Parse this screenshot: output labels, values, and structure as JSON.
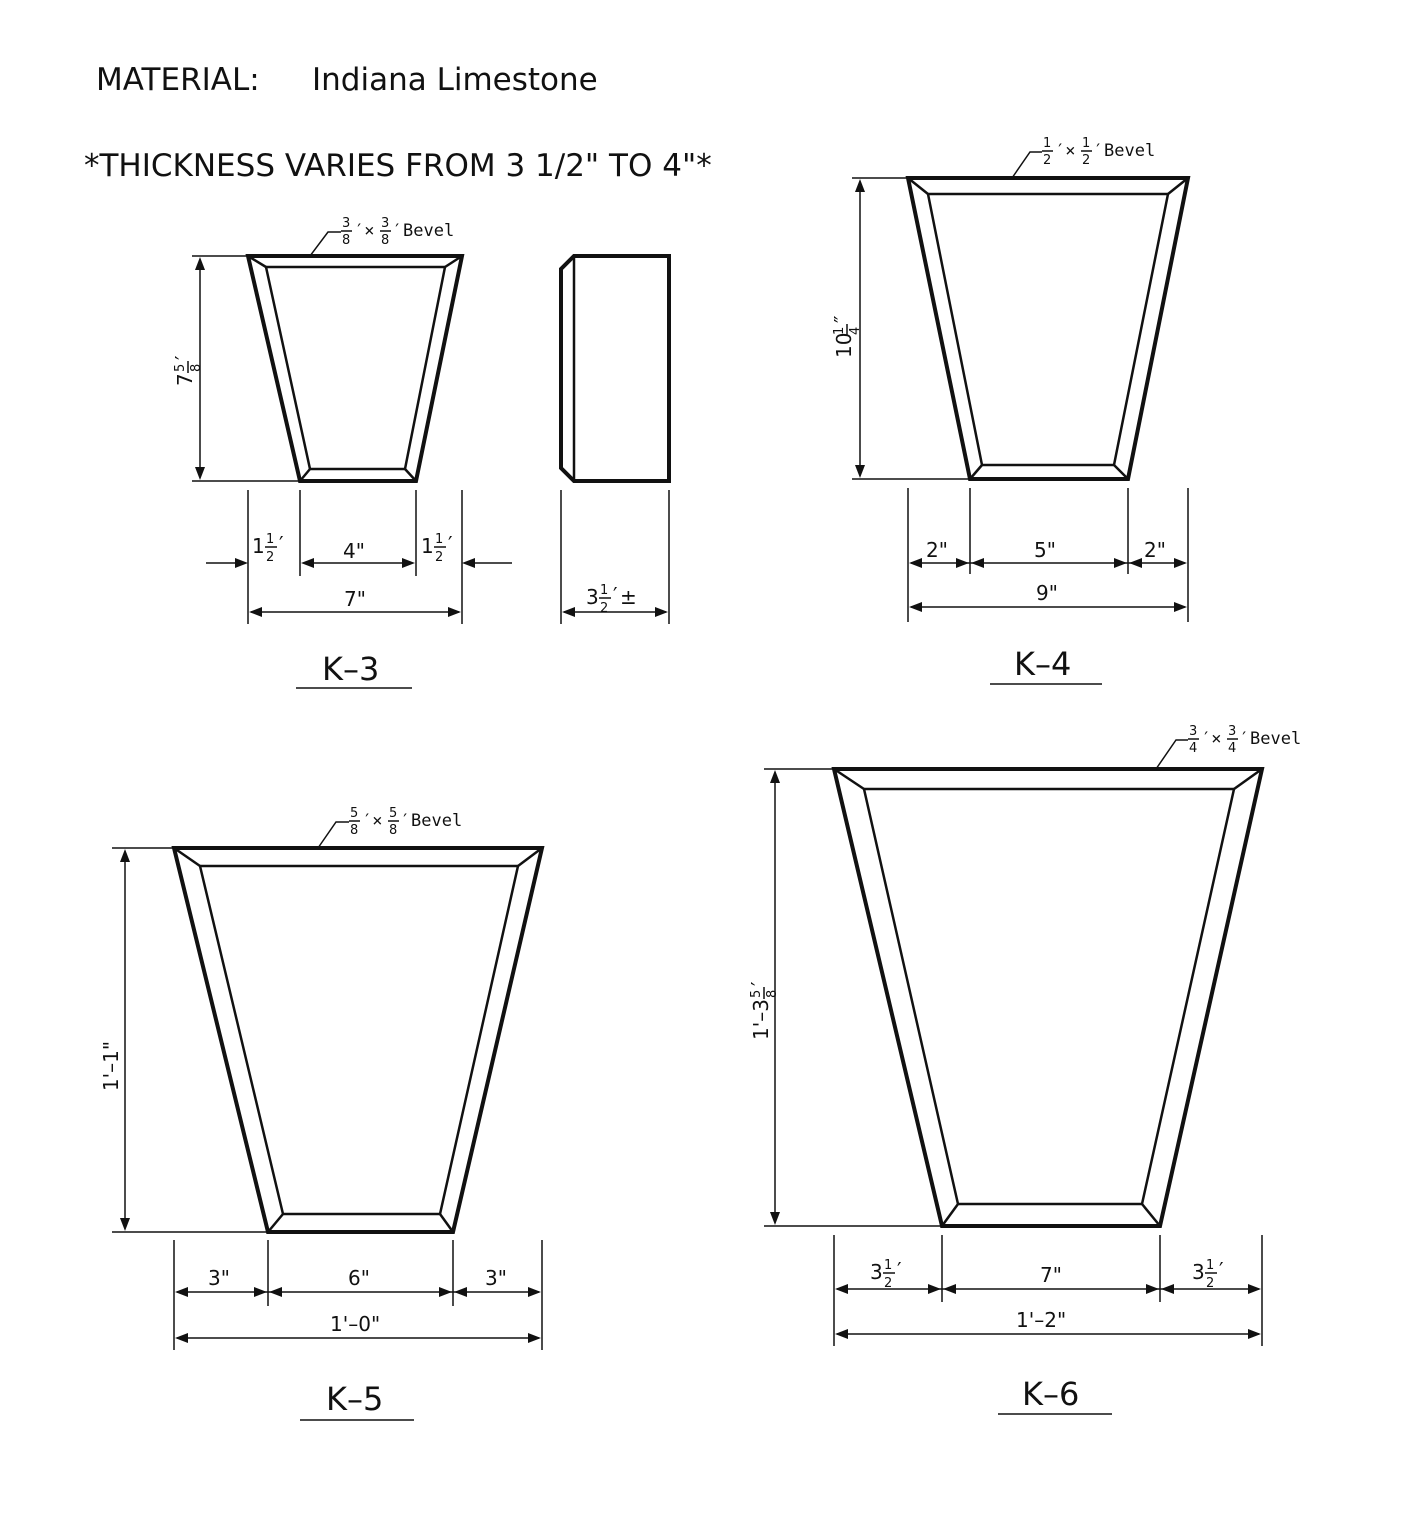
{
  "header": {
    "material_label": "MATERIAL:",
    "material_value": "Indiana Limestone",
    "thickness_note": "*THICKNESS VARIES FROM 3 1/2\" TO 4\"*"
  },
  "k3": {
    "title": "K–3",
    "bevel": {
      "n": "3",
      "d": "8",
      "word": "Bevel"
    },
    "height": {
      "whole": "7",
      "n": "5",
      "d": "8"
    },
    "left_offset": {
      "whole": "1",
      "n": "1",
      "d": "2"
    },
    "bottom_width": "4\"",
    "right_offset": {
      "whole": "1",
      "n": "1",
      "d": "2"
    },
    "overall_width": "7\"",
    "thickness": {
      "whole": "3",
      "n": "1",
      "d": "2",
      "suffix": "±"
    }
  },
  "k4": {
    "title": "K–4",
    "bevel": {
      "n": "1",
      "d": "2",
      "word": "Bevel"
    },
    "height": {
      "whole": "10",
      "n": "1",
      "d": "4"
    },
    "left_offset": "2\"",
    "bottom_width": "5\"",
    "right_offset": "2\"",
    "overall_width": "9\""
  },
  "k5": {
    "title": "K–5",
    "bevel": {
      "n": "5",
      "d": "8",
      "word": "Bevel"
    },
    "height": "1'–1\"",
    "left_offset": "3\"",
    "bottom_width": "6\"",
    "right_offset": "3\"",
    "overall_width": "1'–0\""
  },
  "k6": {
    "title": "K–6",
    "bevel": {
      "n": "3",
      "d": "4",
      "word": "Bevel"
    },
    "height": {
      "whole": "1'–3",
      "n": "5",
      "d": "8"
    },
    "left_offset": {
      "whole": "3",
      "n": "1",
      "d": "2"
    },
    "bottom_width": "7\"",
    "right_offset": {
      "whole": "3",
      "n": "1",
      "d": "2"
    },
    "overall_width": "1'–2\""
  }
}
